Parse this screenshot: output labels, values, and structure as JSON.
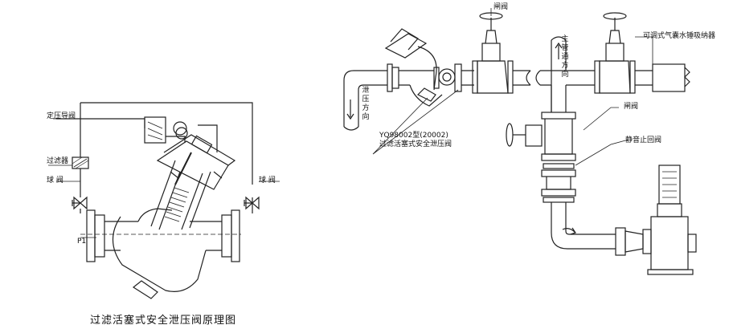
{
  "left_diagram": {
    "caption": "过滤活塞式安全泄压阀原理图",
    "labels": {
      "pilot_valve": "定压导阀",
      "filter": "过滤器",
      "ball_valve_left": "球  阀",
      "ball_valve_right": "球  阀",
      "p1": "P1"
    }
  },
  "right_diagram": {
    "labels": {
      "gate_valve_top": "闸阀",
      "main_flow_direction": "主管通方向",
      "surge_tank": "可调式气囊水锤吸纳器",
      "relief_flow_direction": "泄压方向",
      "gate_valve_mid": "闸阀",
      "model": "YQ98002型(20002)",
      "model_name": "过滤活塞式安全泄压阀",
      "silent_check_valve": "静音止回阀"
    }
  }
}
